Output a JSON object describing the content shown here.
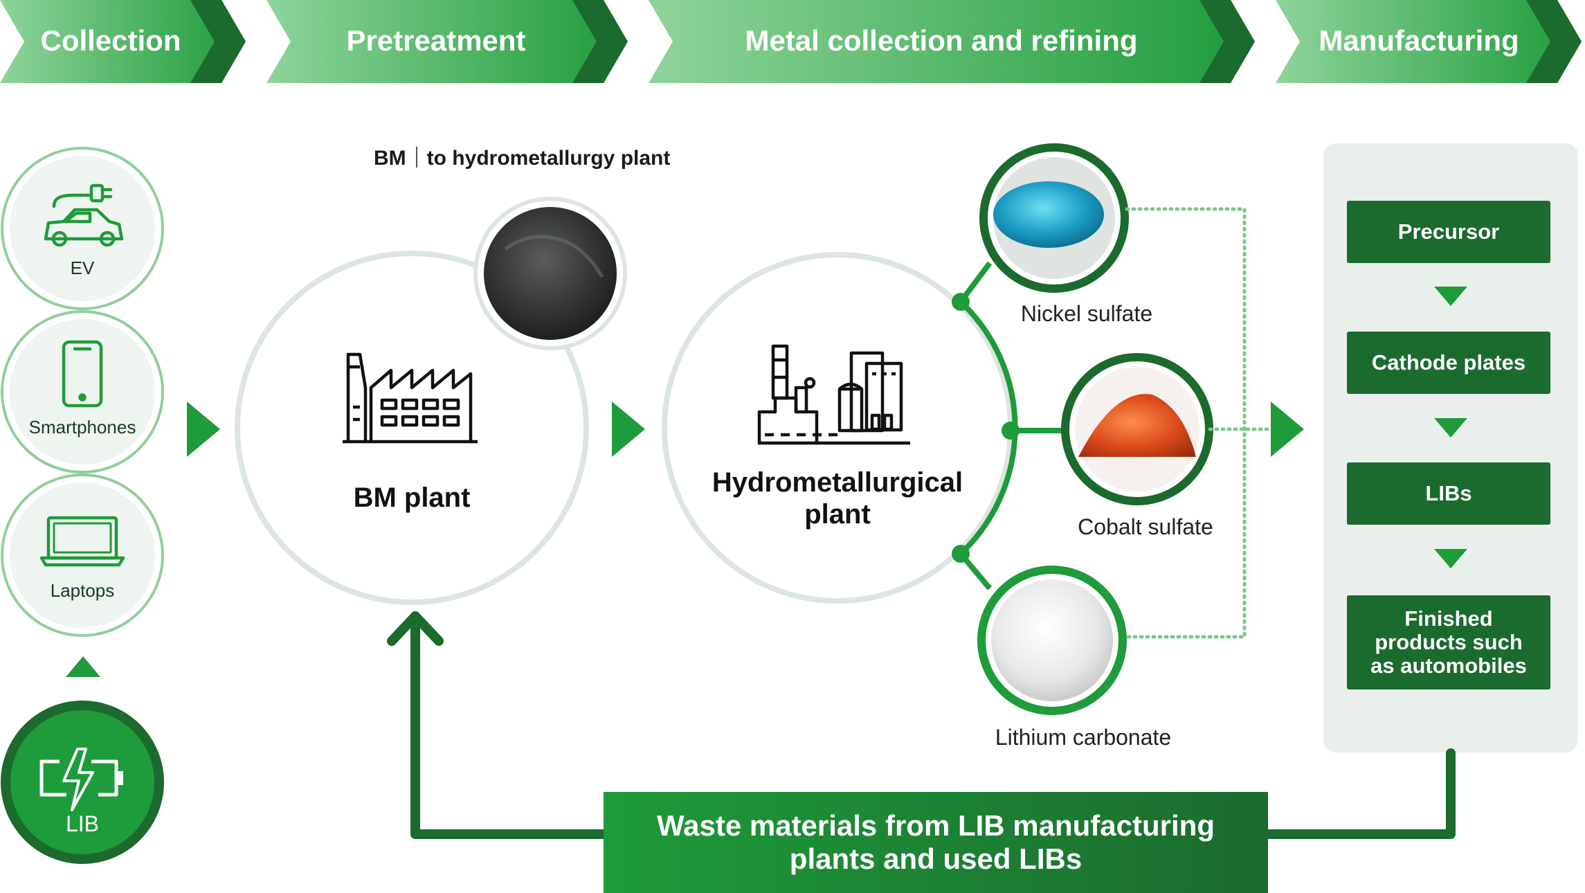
{
  "stages": [
    {
      "label": "Collection"
    },
    {
      "label": "Pretreatment"
    },
    {
      "label": "Metal collection and refining"
    },
    {
      "label": "Manufacturing"
    }
  ],
  "sources": {
    "ev": "EV",
    "smartphones": "Smartphones",
    "laptops": "Laptops",
    "lib": "LIB"
  },
  "bm_note": {
    "left": "BM",
    "right": "to hydrometallurgy plant"
  },
  "plants": {
    "bm": "BM plant",
    "hydro_line1": "Hydrometallurgical",
    "hydro_line2": "plant"
  },
  "products": {
    "nickel": "Nickel sulfate",
    "cobalt": "Cobalt sulfate",
    "lithium": "Lithium carbonate"
  },
  "manufacturing": {
    "steps": [
      {
        "label": "Precursor"
      },
      {
        "label": "Cathode plates"
      },
      {
        "label": "LIBs"
      },
      {
        "label": "Finished products such as automobiles"
      }
    ]
  },
  "waste": {
    "line1": "Waste materials from LIB manufacturing",
    "line2": "plants and used LIBs"
  },
  "colors": {
    "dark_green": "#1b6a2e",
    "mid_green": "#1e9b3a",
    "light_green": "#7cc68a",
    "ring_gray": "#dde5e1",
    "panel_bg": "#e9f0ec"
  },
  "icons": [
    "ev-car-icon",
    "smartphone-icon",
    "laptop-icon",
    "battery-icon",
    "factory-icon",
    "hydro-plant-icon"
  ]
}
